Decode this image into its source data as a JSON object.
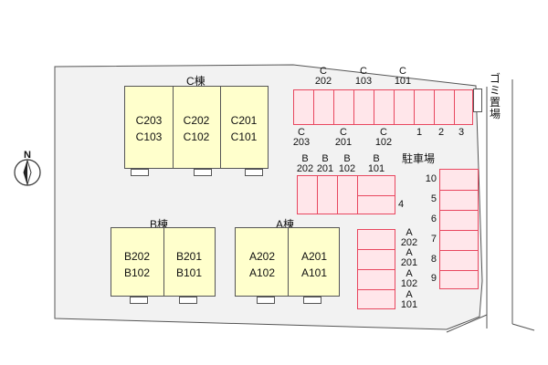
{
  "compass": {
    "north_label": "N"
  },
  "buildings": {
    "c": {
      "title": "C棟",
      "units": [
        [
          "C203",
          "C103"
        ],
        [
          "C202",
          "C102"
        ],
        [
          "C201",
          "C101"
        ]
      ]
    },
    "b": {
      "title": "B棟",
      "units": [
        [
          "B202",
          "B102"
        ],
        [
          "B201",
          "B101"
        ]
      ]
    },
    "a": {
      "title": "A棟",
      "units": [
        [
          "A202",
          "A102"
        ],
        [
          "A201",
          "A101"
        ]
      ]
    }
  },
  "garbage_area": {
    "label": "ゴミ置場"
  },
  "parking": {
    "title": "駐車場",
    "top_row_upper": [
      "C\n202",
      "C\n103",
      "C\n101"
    ],
    "top_row_lower": [
      "C\n203",
      "C\n201",
      "C\n102",
      "1",
      "2",
      "3"
    ],
    "middle_row": [
      "B\n202",
      "B\n201",
      "B\n102",
      "B\n101",
      "4"
    ],
    "right_column": [
      "10",
      "5",
      "6",
      "7",
      "8",
      "9"
    ],
    "a_column": [
      "A\n202",
      "A\n201",
      "A\n102",
      "A\n101"
    ]
  }
}
